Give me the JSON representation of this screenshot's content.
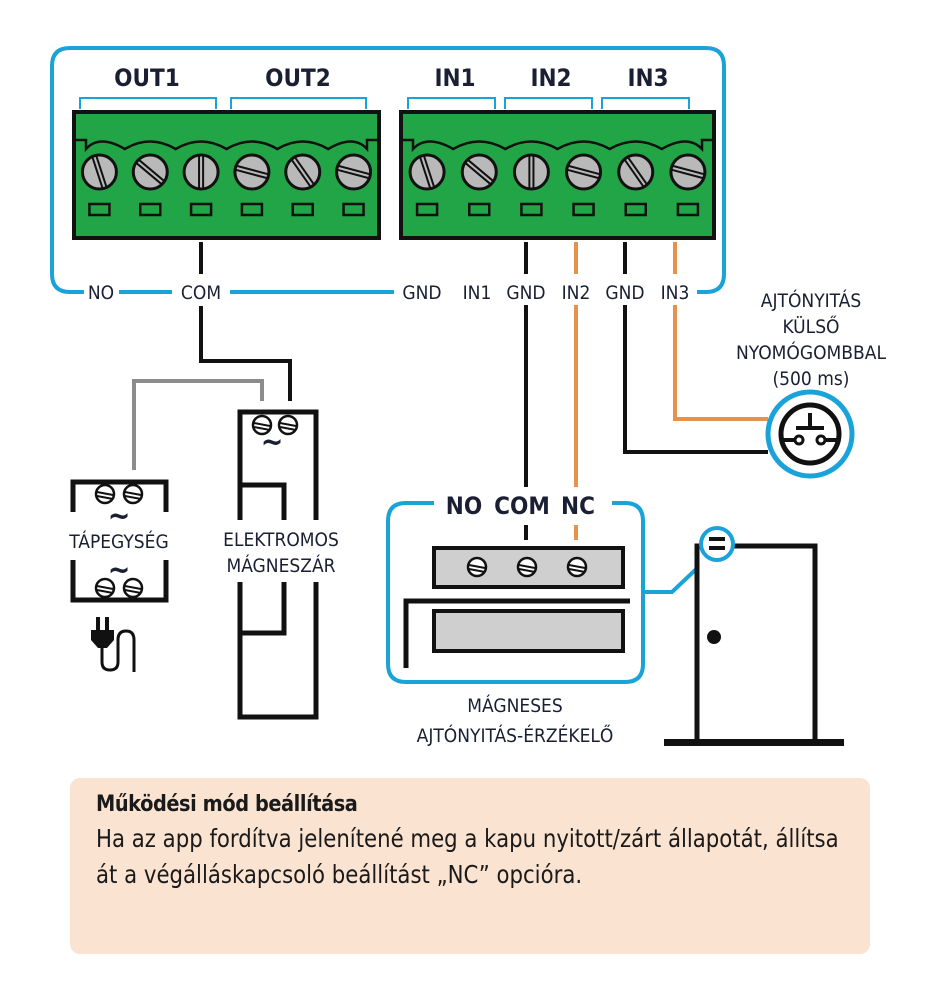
{
  "colors": {
    "frame_blue": "#1aa3d9",
    "terminal_green": "#22a547",
    "wire_black": "#111111",
    "wire_orange": "#e8914a",
    "wire_gray": "#8c8c8c",
    "note_bg": "#fbe3d1",
    "text_dark": "#1a1f33"
  },
  "controller": {
    "groups": [
      {
        "label": "OUT1"
      },
      {
        "label": "OUT2"
      },
      {
        "label": "IN1"
      },
      {
        "label": "IN2"
      },
      {
        "label": "IN3"
      }
    ],
    "pin_labels": [
      "NO",
      "COM",
      "GND",
      "IN1",
      "GND",
      "IN2",
      "GND",
      "IN3"
    ]
  },
  "devices": {
    "push_button": {
      "label_lines": [
        "AJTÓNYITÁS",
        "KÜLSŐ",
        "NYOMÓGOMBBAL",
        "(500 ms)"
      ],
      "icon": "push-button-icon"
    },
    "power_supply": {
      "label": "TÁPEGYSÉG",
      "icon": "power-plug-icon"
    },
    "magnetic_lock": {
      "label_lines": [
        "ELEKTROMOS",
        "MÁGNESZÁR"
      ]
    },
    "door_sensor": {
      "terminals": [
        "NO",
        "COM",
        "NC"
      ],
      "label_lines": [
        "MÁGNESES",
        "AJTÓNYITÁS-ÉRZÉKELŐ"
      ]
    },
    "door": {
      "icon": "door-icon"
    }
  },
  "note": {
    "title": "Működési mód beállítása",
    "body": "Ha az app fordítva jelenítené meg a kapu nyitott/zárt állapotát, állítsa át a végálláskapcsoló beállítást „NC” opcióra."
  }
}
